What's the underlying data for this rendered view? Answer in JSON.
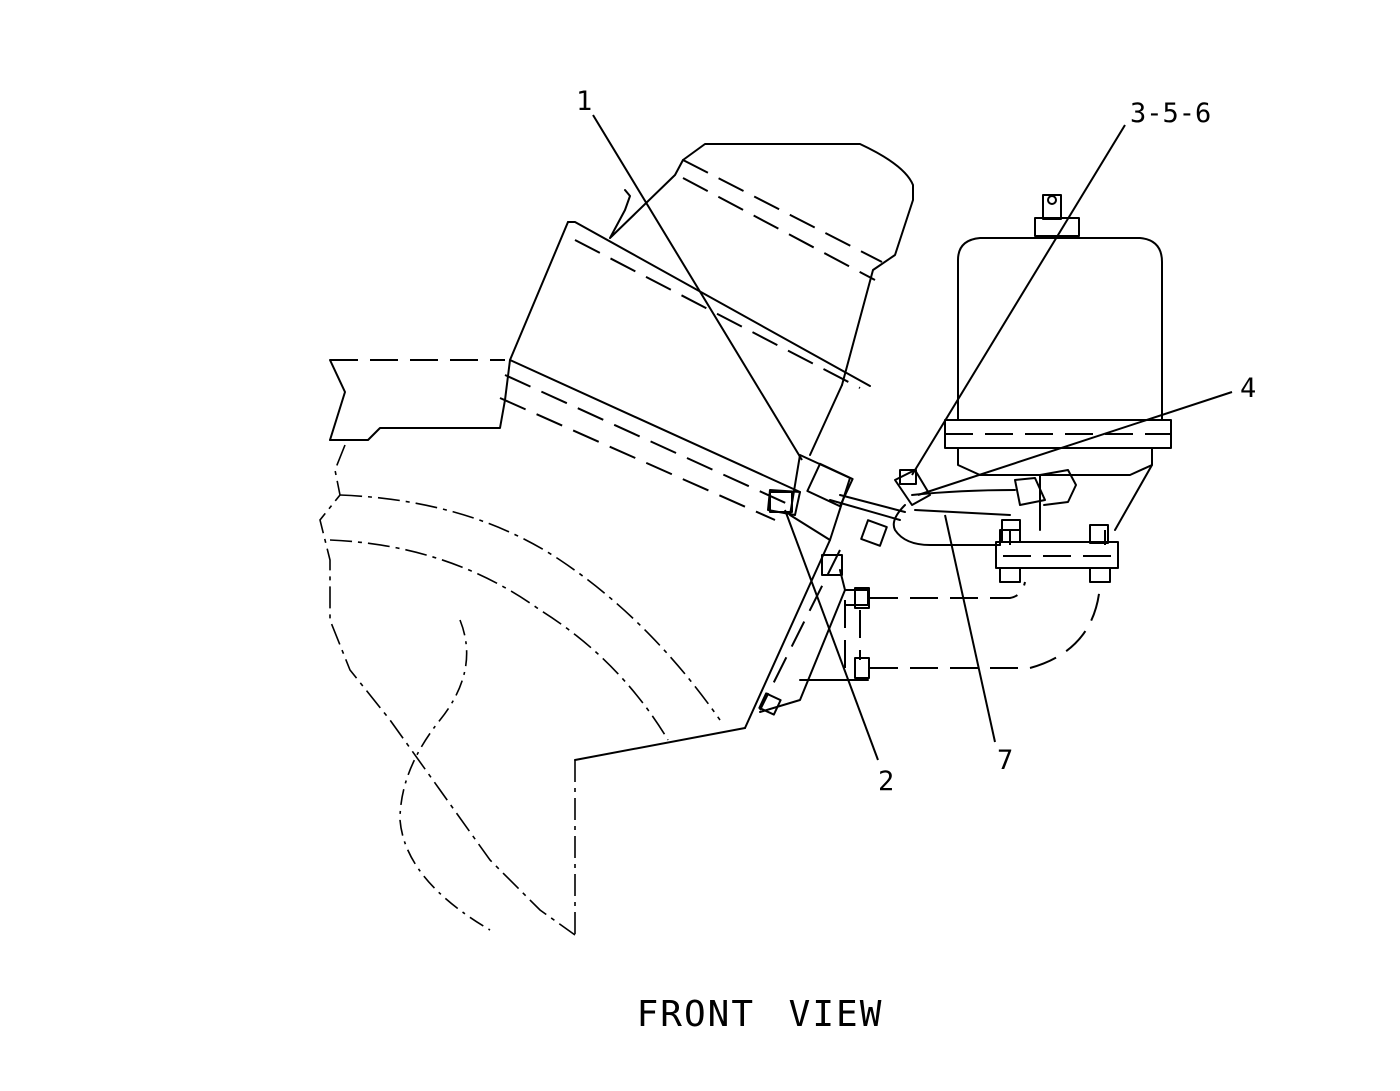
{
  "callouts": {
    "c1": "1",
    "c2": "2",
    "c356": "3-5-6",
    "c4": "4",
    "c7": "7"
  },
  "caption": "FRONT VIEW"
}
